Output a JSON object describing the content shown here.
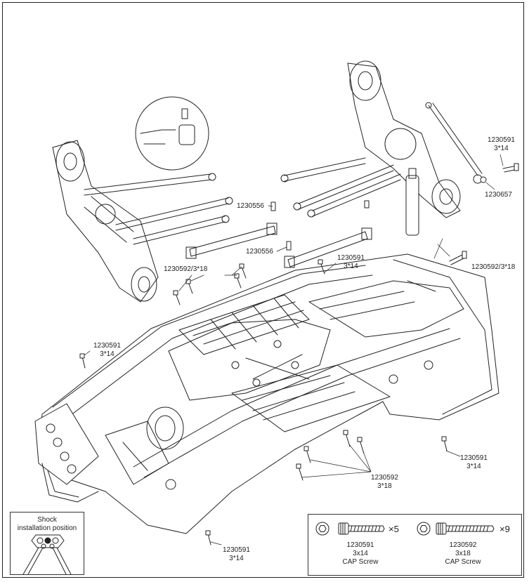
{
  "callouts": {
    "c1": {
      "code": "1230591",
      "size": "3*14"
    },
    "c2": {
      "code": "1230657"
    },
    "c3": {
      "code": "1230556"
    },
    "c4": {
      "code": "1230556"
    },
    "c5": {
      "code": "1230591",
      "size": "3*14"
    },
    "c6": {
      "code": "1230592/3*18"
    },
    "c7": {
      "code": "1230592/3*18"
    },
    "c8": {
      "code": "1230591",
      "size": "3*14"
    },
    "c9": {
      "code": "1230591",
      "size": "3*14"
    },
    "c10": {
      "code": "1230592",
      "size": "3*18"
    },
    "c11": {
      "code": "1230591",
      "size": "3*14"
    }
  },
  "legend": {
    "line1": "Shock",
    "line2": "installation position"
  },
  "parts": [
    {
      "qty": "×5",
      "code": "1230591",
      "size": "3x14",
      "name": "CAP Screw"
    },
    {
      "qty": "×9",
      "code": "1230592",
      "size": "3x18",
      "name": "CAP Screw"
    }
  ]
}
